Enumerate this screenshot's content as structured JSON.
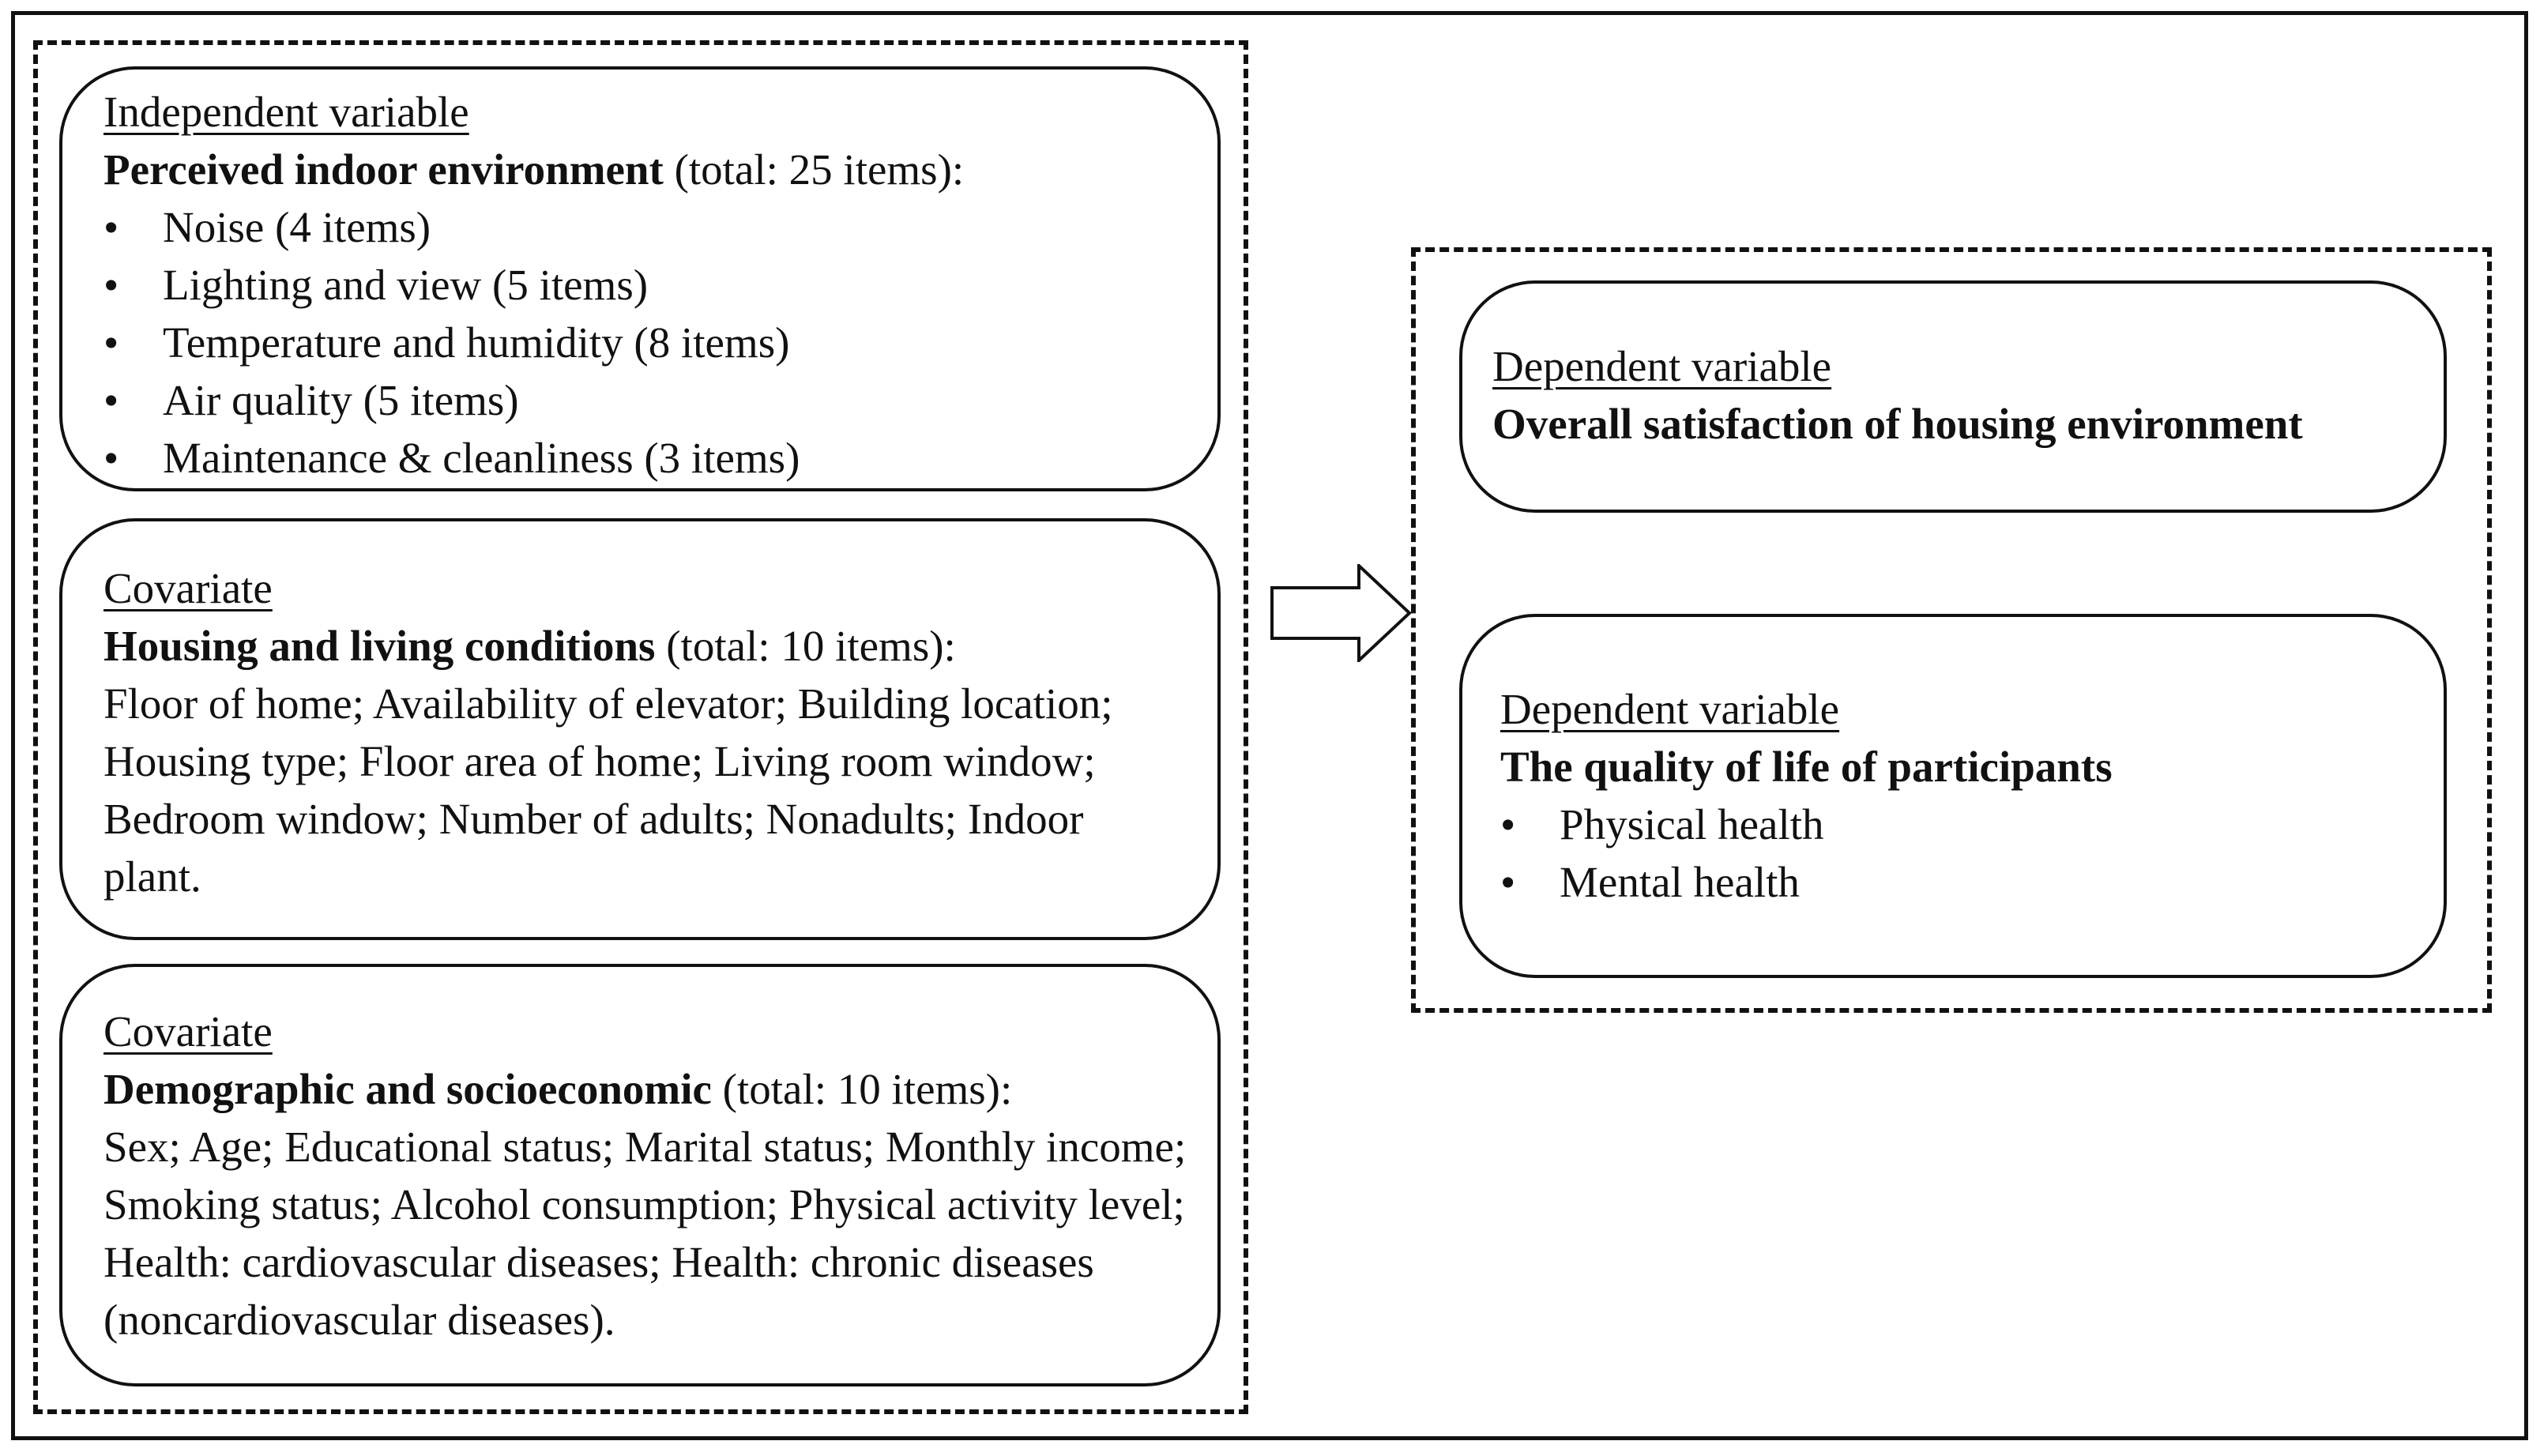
{
  "independent": {
    "heading": "Independent variable",
    "title": "Perceived indoor environment",
    "title_suffix": " (total: 25 items):",
    "bullet": "•",
    "items": [
      "Noise (4 items)",
      "Lighting and view (5 items)",
      "Temperature and humidity (8 items)",
      "Air quality (5 items)",
      "Maintenance & cleanliness (3 items)"
    ]
  },
  "housing": {
    "heading": "Covariate",
    "title": "Housing and living conditions",
    "title_suffix": " (total: 10 items):",
    "body": "Floor of home; Availability of elevator; Building location; Housing type; Floor area of home; Living room window; Bedroom window; Number of adults; Nonadults; Indoor plant."
  },
  "demographic": {
    "heading": "Covariate",
    "title": "Demographic and socioeconomic",
    "title_suffix": " (total: 10 items):",
    "body": "Sex; Age; Educational status; Marital status; Monthly income; Smoking status; Alcohol consumption; Physical activity level; Health: cardiovascular diseases; Health: chronic diseases (noncardiovascular diseases)."
  },
  "satisfaction": {
    "heading": "Dependent variable",
    "title": "Overall satisfaction of housing environment"
  },
  "qol": {
    "heading": "Dependent variable",
    "title": "The quality of life of participants",
    "bullet": "•",
    "items": [
      "Physical health",
      "Mental health"
    ]
  }
}
